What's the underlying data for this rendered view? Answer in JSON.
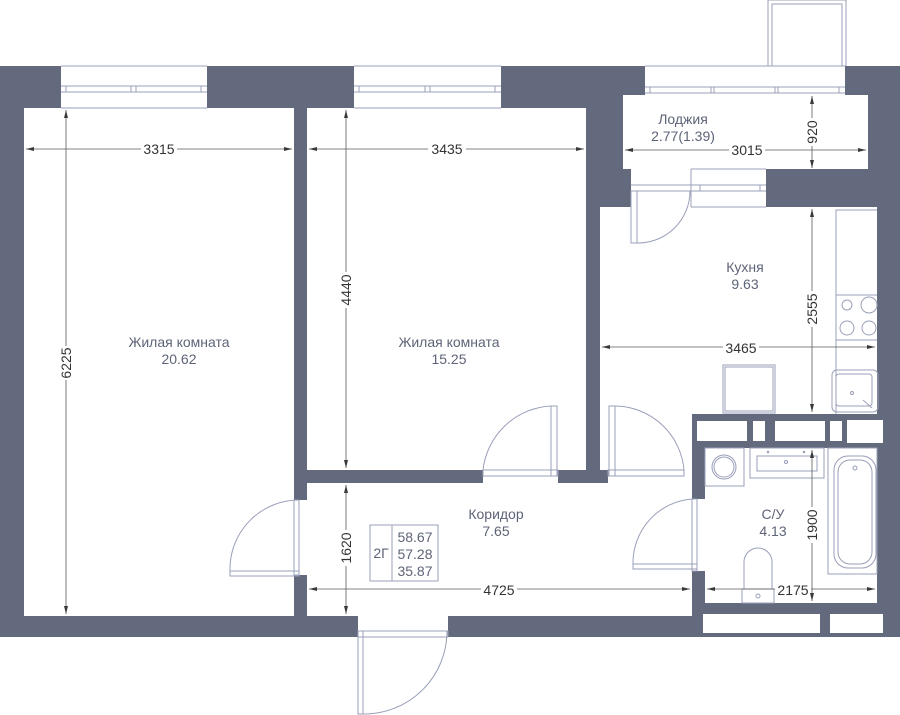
{
  "rooms": {
    "living_room_1": {
      "name": "Жилая комната",
      "area": "20.62"
    },
    "living_room_2": {
      "name": "Жилая комната",
      "area": "15.25"
    },
    "loggia": {
      "name": "Лоджия",
      "area": "2.77(1.39)"
    },
    "kitchen": {
      "name": "Кухня",
      "area": "9.63"
    },
    "corridor": {
      "name": "Коридор",
      "area": "7.65"
    },
    "bathroom": {
      "name": "С/У",
      "area": "4.13"
    }
  },
  "dimensions": {
    "living1_width": "3315",
    "living1_length": "6225",
    "living2_width": "3435",
    "living2_length": "4440",
    "loggia_width": "3015",
    "loggia_depth": "920",
    "kitchen_width": "3465",
    "kitchen_length": "2555",
    "corridor_width": "4725",
    "corridor_depth": "1620",
    "bath_width": "2175",
    "bath_length": "1900"
  },
  "legend": {
    "type": "2Г",
    "total_area": "58.67",
    "living_total": "57.28",
    "living_area": "35.87"
  },
  "colors": {
    "wall": "#646a7e",
    "line": "#9a9fb8",
    "label": "#5e6478"
  }
}
